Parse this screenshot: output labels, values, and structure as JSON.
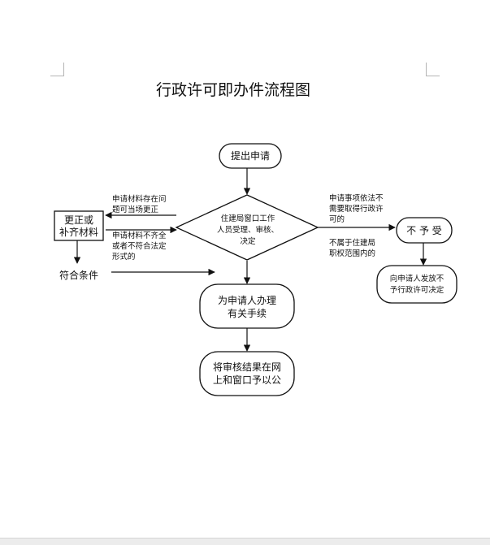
{
  "title": "行政许可即办件流程图",
  "nodes": {
    "start": "提出申请",
    "decision": [
      "住建局窗口工作",
      "人员受理、审核、",
      "决定"
    ],
    "correct": [
      "更正或",
      "补齐材料"
    ],
    "condition": "符合条件",
    "process": [
      "为申请人办理",
      "有关手续"
    ],
    "publish": [
      "将审核结果在网",
      "上和窗口予以公"
    ],
    "reject": "不 予 受",
    "notify": [
      "向申请人发放不",
      "予行政许可决定"
    ]
  },
  "notes": {
    "fix_onsite": [
      "申请材料存在问",
      "题可当场更正"
    ],
    "incomplete": [
      "申请材料不齐全",
      "或者不符合法定",
      "形式的"
    ],
    "no_permit_needed": [
      "申请事项依法不",
      "需要取得行政许",
      "可的"
    ],
    "out_of_scope": [
      "不属于住建局",
      "职权范围内的"
    ]
  }
}
